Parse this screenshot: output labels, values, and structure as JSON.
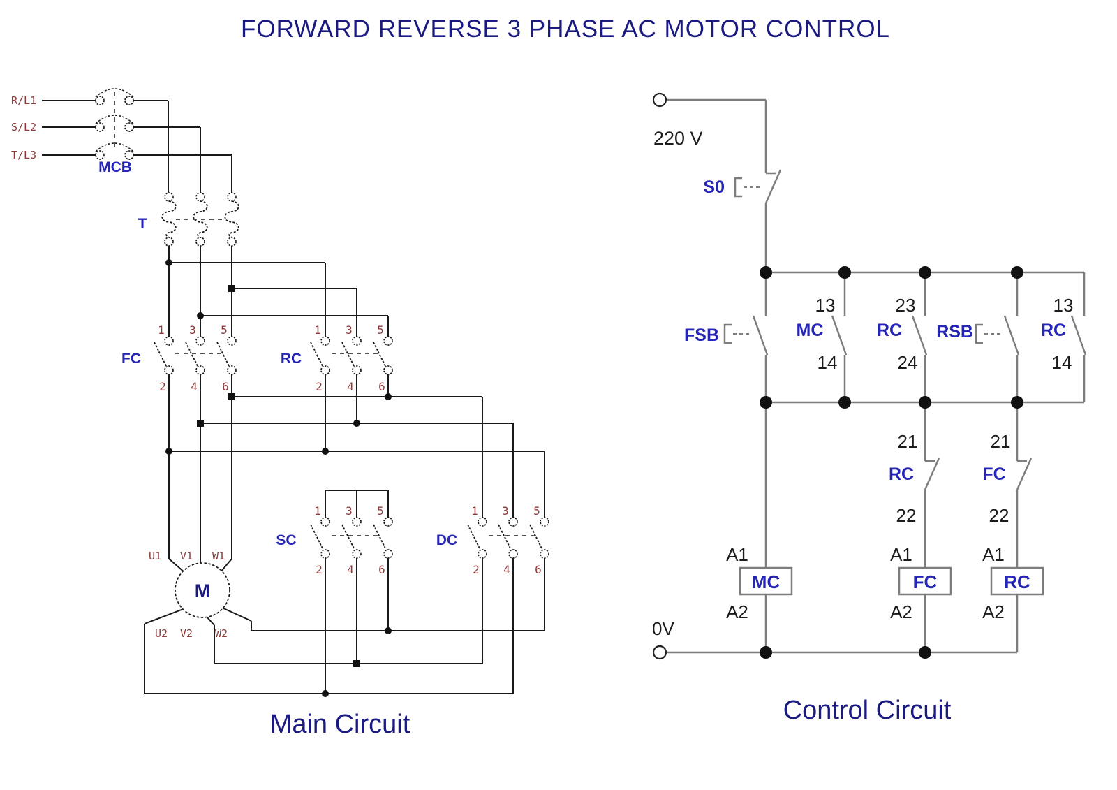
{
  "title": "FORWARD REVERSE 3 PHASE AC MOTOR CONTROL",
  "colors": {
    "wire_black": "#1a1a1a",
    "wire_gray": "#7d7d7d",
    "device_blue": "#2525b8",
    "number_maroon": "#8e3a3a",
    "heading_navy": "#1a1a80"
  },
  "main": {
    "caption": "Main Circuit",
    "phases": [
      "R/L1",
      "S/L2",
      "T/L3"
    ],
    "mcb": "MCB",
    "t": "T",
    "fc": "FC",
    "rc": "RC",
    "sc": "SC",
    "dc": "DC",
    "motor": "M",
    "top_terms": [
      "1",
      "3",
      "5"
    ],
    "bot_terms": [
      "2",
      "4",
      "6"
    ],
    "motor_top": [
      "U1",
      "V1",
      "W1"
    ],
    "motor_bot": [
      "U2",
      "V2",
      "W2"
    ]
  },
  "control": {
    "caption": "Control Circuit",
    "voltage": "220 V",
    "zero": "0V",
    "s0": "S0",
    "fsb": "FSB",
    "rsb": "RSB",
    "mc": "MC",
    "rc": "RC",
    "fc": "FC",
    "n13": "13",
    "n14": "14",
    "n23": "23",
    "n24": "24",
    "n21": "21",
    "n22": "22",
    "a1": "A1",
    "a2": "A2"
  }
}
